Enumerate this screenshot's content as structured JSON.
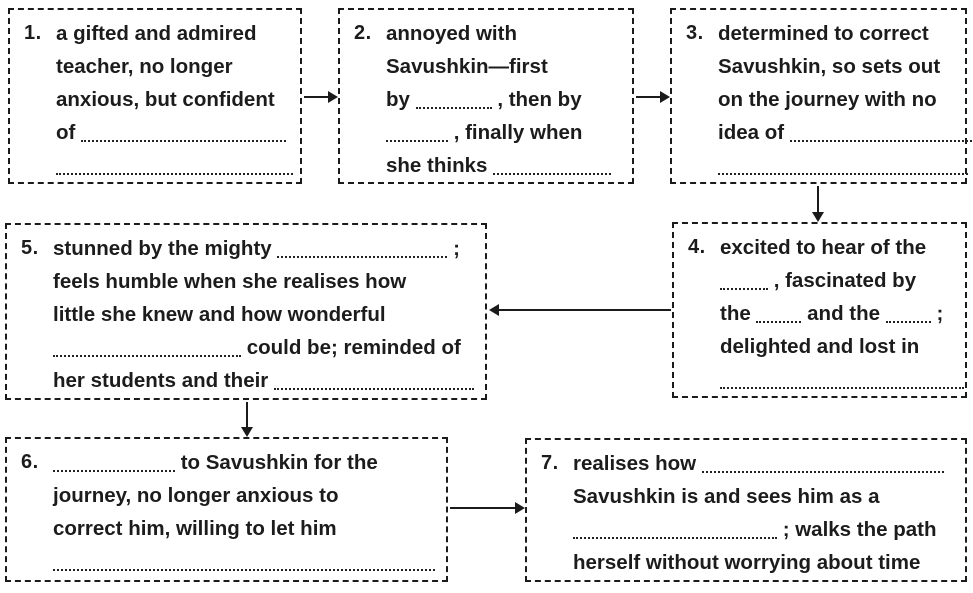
{
  "palette": {
    "background": "#ffffff",
    "text": "#1c1c1c",
    "border": "#1b1b1b"
  },
  "diagram": {
    "type": "flowchart",
    "connections": [
      {
        "from": 1,
        "to": 2,
        "direction": "right"
      },
      {
        "from": 2,
        "to": 3,
        "direction": "right"
      },
      {
        "from": 3,
        "to": 4,
        "direction": "down"
      },
      {
        "from": 4,
        "to": 5,
        "direction": "left"
      },
      {
        "from": 5,
        "to": 6,
        "direction": "down"
      },
      {
        "from": 6,
        "to": 7,
        "direction": "right"
      }
    ]
  },
  "boxes": [
    {
      "number": "1.",
      "lines": [
        [
          {
            "text": "a gifted and admired"
          }
        ],
        [
          {
            "text": "teacher, no longer"
          }
        ],
        [
          {
            "text": "anxious, but confident"
          }
        ],
        [
          {
            "text": "of "
          },
          {
            "blank": 205
          }
        ],
        [
          {
            "blank": 237
          }
        ]
      ]
    },
    {
      "number": "2.",
      "lines": [
        [
          {
            "text": "annoyed with"
          }
        ],
        [
          {
            "text": "Savushkin—first"
          }
        ],
        [
          {
            "text": "by "
          },
          {
            "blank": 76
          },
          {
            "text": " , then by"
          }
        ],
        [
          {
            "blank": 62
          },
          {
            "text": " , finally when"
          }
        ],
        [
          {
            "text": "she thinks "
          },
          {
            "blank": 118
          }
        ]
      ]
    },
    {
      "number": "3.",
      "lines": [
        [
          {
            "text": "determined to correct"
          }
        ],
        [
          {
            "text": "Savushkin, so sets out"
          }
        ],
        [
          {
            "text": "on the journey with no"
          }
        ],
        [
          {
            "text": "idea of "
          },
          {
            "blank": 186
          }
        ],
        [
          {
            "blank": 250
          }
        ]
      ]
    },
    {
      "number": "4.",
      "lines": [
        [
          {
            "text": "excited to hear of the"
          }
        ],
        [
          {
            "blank": 48
          },
          {
            "text": " , fascinated by"
          }
        ],
        [
          {
            "text": "the "
          },
          {
            "blank": 45
          },
          {
            "text": " and the "
          },
          {
            "blank": 45
          },
          {
            "text": " ;"
          }
        ],
        [
          {
            "text": "delighted and lost in"
          }
        ],
        [
          {
            "blank": 244
          }
        ]
      ]
    },
    {
      "number": "5.",
      "lines": [
        [
          {
            "text": "stunned by the mighty "
          },
          {
            "blank": 170
          },
          {
            "text": " ;"
          }
        ],
        [
          {
            "text": "feels humble when she realises how"
          }
        ],
        [
          {
            "text": "little she knew and how wonderful"
          }
        ],
        [
          {
            "blank": 188
          },
          {
            "text": " could be; reminded of"
          }
        ],
        [
          {
            "text": "her students and their "
          },
          {
            "blank": 200
          }
        ]
      ]
    },
    {
      "number": "6.",
      "lines": [
        [
          {
            "blank": 122
          },
          {
            "text": " to Savushkin for the"
          }
        ],
        [
          {
            "text": "journey, no longer anxious to"
          }
        ],
        [
          {
            "text": "correct him, willing to let him"
          }
        ],
        [
          {
            "blank": 382
          }
        ]
      ]
    },
    {
      "number": "7.",
      "lines": [
        [
          {
            "text": "realises how "
          },
          {
            "blank": 242
          }
        ],
        [
          {
            "text": "Savushkin is and sees him as a"
          }
        ],
        [
          {
            "blank": 204
          },
          {
            "text": " ; walks the path"
          }
        ],
        [
          {
            "text": "herself without worrying about time"
          }
        ]
      ]
    }
  ]
}
